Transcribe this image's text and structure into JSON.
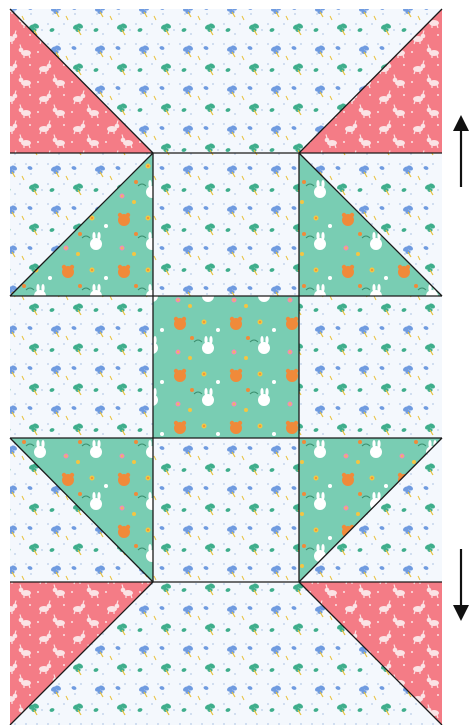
{
  "block": {
    "fabrics": {
      "background": {
        "name": "white-floral-print",
        "base": "#f4f8fd",
        "dot": "#b8cbe8",
        "leaf_blue": "#6f9be0",
        "leaf_green": "#3fae8c",
        "stem": "#e9c23c"
      },
      "corner": {
        "name": "pink-bunny-print",
        "base": "#f47c86",
        "motif": "#fbe3e5"
      },
      "accent": {
        "name": "teal-animal-print",
        "base": "#79cdb3",
        "motif_orange": "#f08a3a",
        "motif_pink": "#ef8fb0",
        "motif_yellow": "#f4c542"
      }
    },
    "seam_color": "#1a1a1a"
  },
  "arrows": {
    "up": {
      "icon": "arrow-up-icon",
      "color": "#111111"
    },
    "down": {
      "icon": "arrow-down-icon",
      "color": "#111111"
    }
  }
}
